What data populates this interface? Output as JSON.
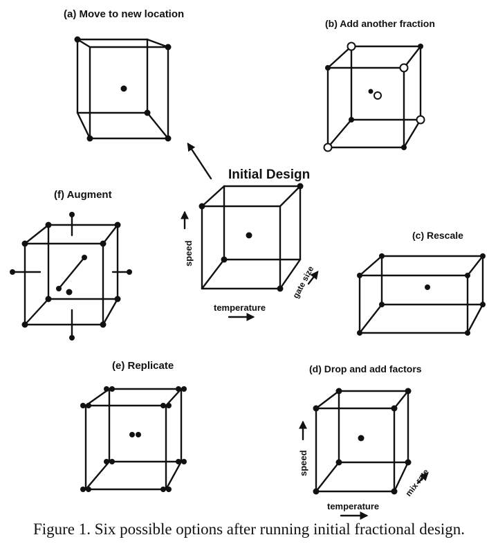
{
  "panels": {
    "a": {
      "title": "(a) Move to new location"
    },
    "b": {
      "title": "(b) Add another fraction"
    },
    "c": {
      "title": "(c) Rescale"
    },
    "d": {
      "title": "(d) Drop and add factors",
      "x_axis": "temperature",
      "y_axis": "speed",
      "z_axis": "mix rate"
    },
    "e": {
      "title": "(e) Replicate"
    },
    "f": {
      "title": "(f) Augment"
    },
    "initial": {
      "title": "Initial Design",
      "x_axis": "temperature",
      "y_axis": "speed",
      "z_axis": "gate size"
    }
  },
  "caption": "Figure 1. Six possible options after running initial fractional design.",
  "colors": {
    "ink": "#111111",
    "paper": "#ffffff"
  }
}
